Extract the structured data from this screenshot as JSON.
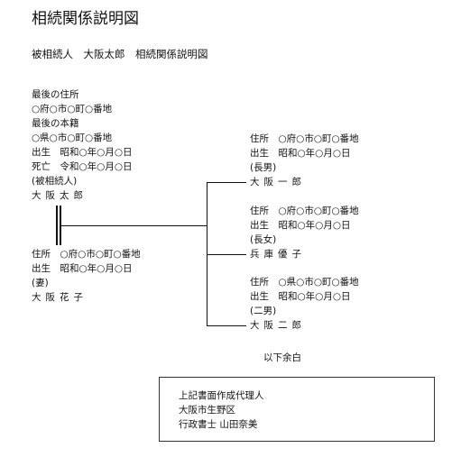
{
  "document": {
    "title": "相続関係説明図",
    "subtitle": "被相続人　大阪太郎　相続関係説明図",
    "deceased": {
      "last_address_label": "最後の住所",
      "last_address": "○府○市○町○番地",
      "last_domicile_label": "最後の本籍",
      "last_domicile": "○県○市○町○番地",
      "birth": "出生　昭和○年○月○日",
      "death": "死亡　令和○年○月○日",
      "relation": "(被相続人)",
      "name": "大阪太郎"
    },
    "spouse": {
      "address": "住所　○府○市○町○番地",
      "birth": "出生　昭和○年○月○日",
      "relation": "(妻)",
      "name": "大阪花子"
    },
    "children": [
      {
        "address": "住所　○府○市○町○番地",
        "birth": "出生　昭和○年○月○日",
        "relation": "(長男)",
        "name": "大阪一郎"
      },
      {
        "address": "住所　○府○市○町○番地",
        "birth": "出生　昭和○年○月○日",
        "relation": "(長女)",
        "name": "兵庫優子"
      },
      {
        "address": "住所　○県○市○町○番地",
        "birth": "出生　昭和○年○月○日",
        "relation": "(二男)",
        "name": "大阪二郎"
      }
    ],
    "remainder_note": "以下余白",
    "preparer": {
      "line1": "上記書面作成代理人",
      "line2": "大阪市生野区",
      "line3": "行政書士 山田奈美"
    }
  }
}
